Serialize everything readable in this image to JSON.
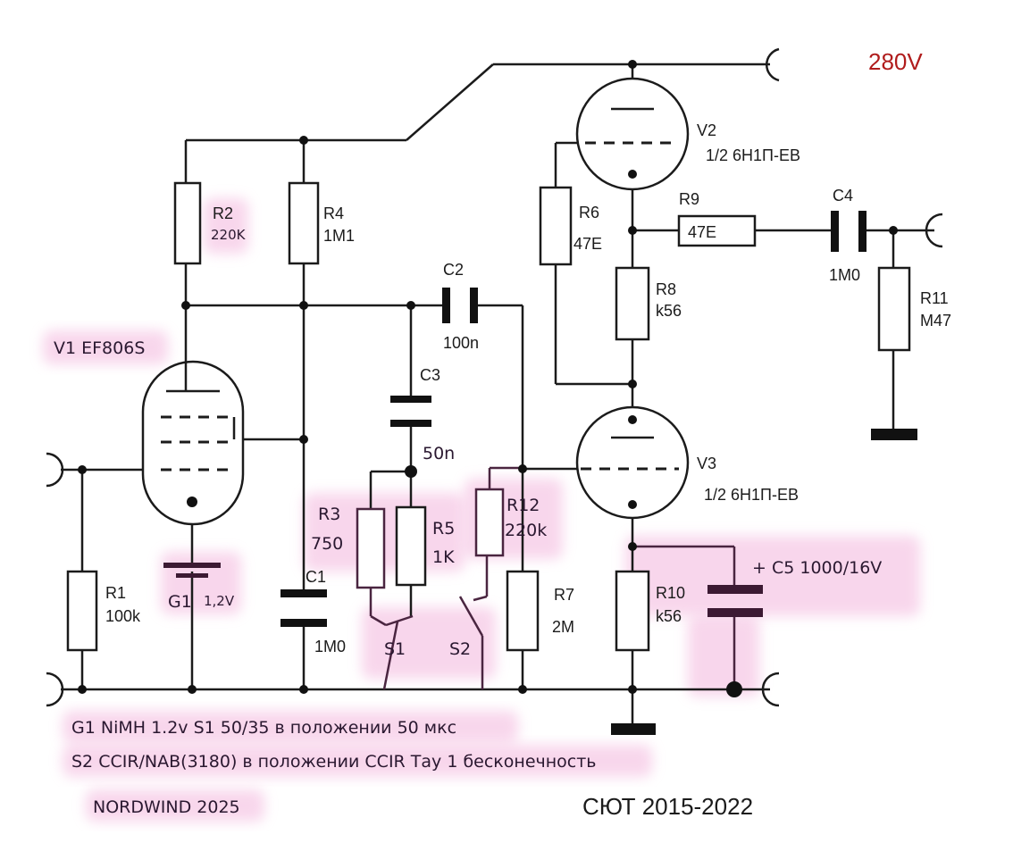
{
  "supply": "280V",
  "labels": {
    "v1": "V1 EF806S",
    "r2": "R2",
    "r2_val": "220K",
    "r4": "R4",
    "r4_val": "1M1",
    "c2": "C2",
    "c2_val": "100n",
    "c3": "C3",
    "c3_val": "50n",
    "r3": "R3",
    "r3_val": "750",
    "r5": "R5",
    "r5_val": "1K",
    "r12": "R12",
    "r12_val": "220k",
    "r1": "R1",
    "r1_val": "100k",
    "g1": "G1",
    "g1_val": "1,2V",
    "c1": "C1",
    "c1_val": "1M0",
    "s1": "S1",
    "s2": "S2",
    "r7": "R7",
    "r7_val": "2M",
    "v2": "V2",
    "v2_type": "1/2 6Н1П-ЕВ",
    "r6": "R6",
    "r6_val": "47E",
    "r9": "R9",
    "r9_val": "47E",
    "c4": "C4",
    "c4_val": "1M0",
    "r8": "R8",
    "r8_val": "k56",
    "r11": "R11",
    "r11_val": "M47",
    "v3": "V3",
    "v3_type": "1/2 6Н1П-ЕВ",
    "r10": "R10",
    "r10_val": "k56",
    "c5": "+ C5 1000/16V"
  },
  "notes": [
    "G1 NiMH 1.2v S1 50/35 в положении 50 мкс",
    "S2 CCIR/NAB(3180) в положении CCIR Тау 1 бесконечность"
  ],
  "credit_author": "NORDWIND 2025",
  "credit_org": "СЮТ 2015-2022",
  "colors": {
    "ink": "#1b1b1b",
    "supply_red": "#b01c1c",
    "highlight": "#f3b6dd",
    "marker": "#4a2540"
  }
}
